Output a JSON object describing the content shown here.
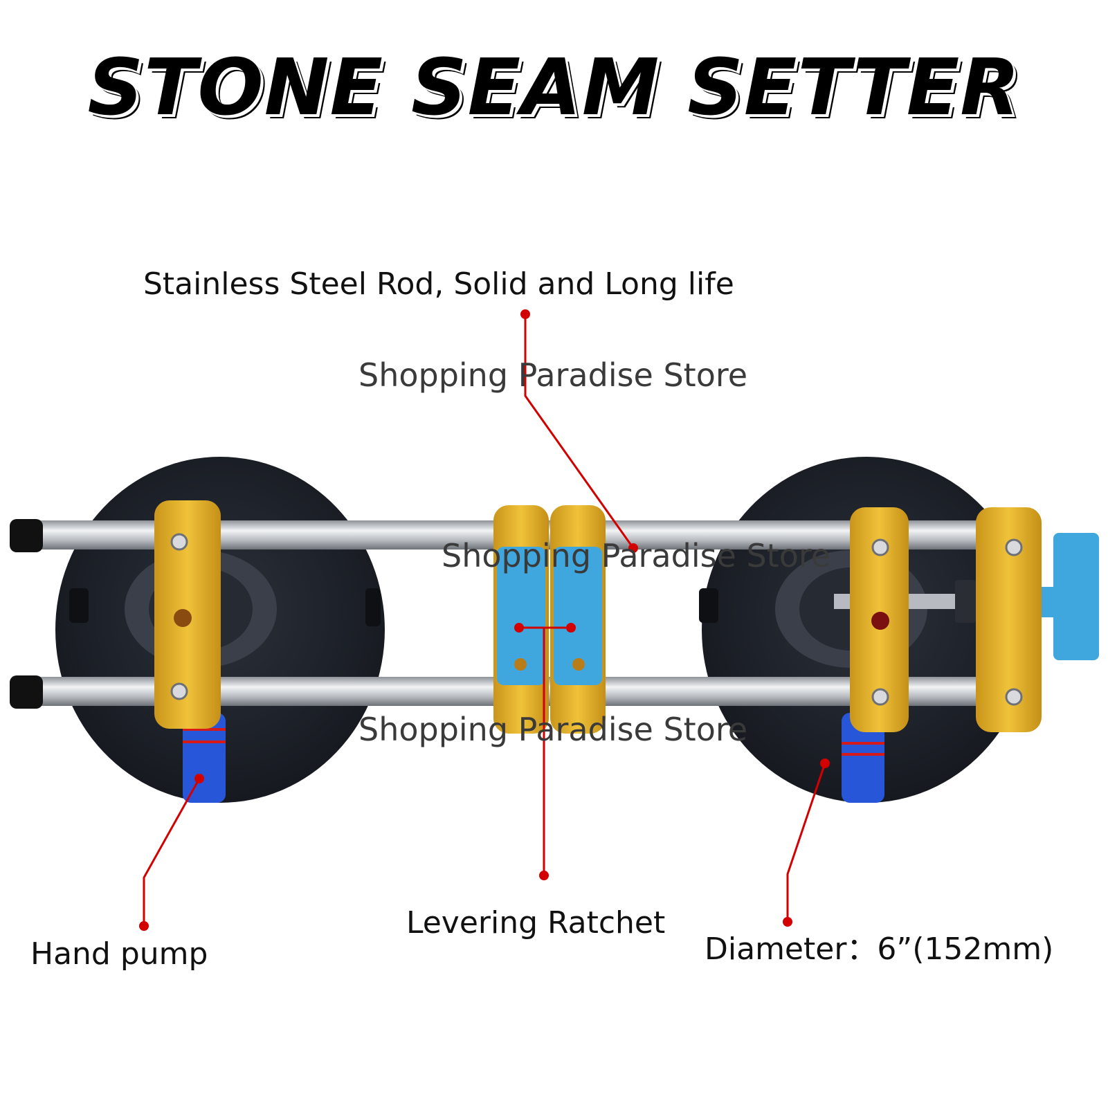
{
  "title": "STONE SEAM SETTER",
  "callouts": {
    "rod": "Stainless Steel Rod, Solid and Long life",
    "pump": "Hand pump",
    "ratchet": "Levering Ratchet",
    "diameter": "Diameter：6”(152mm)"
  },
  "watermarks": {
    "top": "Shopping Paradise Store",
    "middle": "Shopping Paradise Store",
    "bottom": "Shopping Paradise Store"
  },
  "colors": {
    "leader": "#d30000",
    "yellow": "#e6b320",
    "blue": "#3fa7dd",
    "cup": "#1c2029",
    "steel": "#c9ccd1",
    "pump": "#2856d8"
  }
}
